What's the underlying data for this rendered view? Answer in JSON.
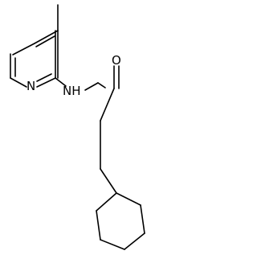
{
  "molecule": {
    "atoms": {
      "nitrogen_ring": "N",
      "nitrogen_amide": "NH",
      "oxygen": "O"
    },
    "colors": {
      "bond": "#000000",
      "label": "#000000",
      "background": "#ffffff"
    }
  }
}
